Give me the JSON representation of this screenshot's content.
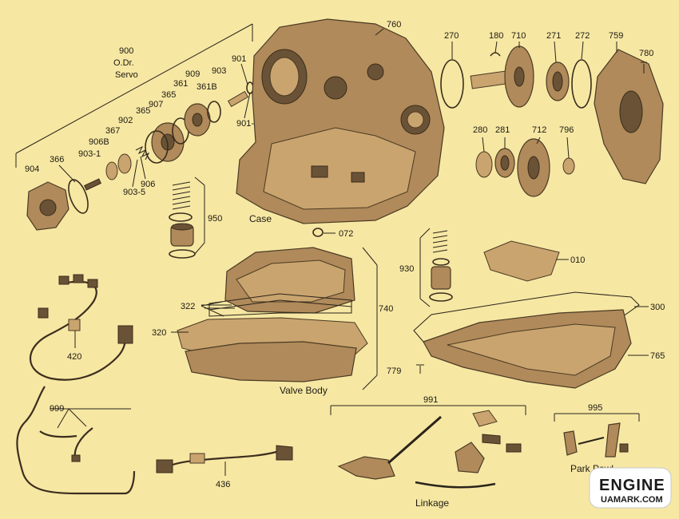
{
  "labels": {
    "p900": "900",
    "p900a": "O.Dr.",
    "p900b": "Servo",
    "p901": "901",
    "p901_5": "901-5",
    "p903": "903",
    "p361b": "361B",
    "p909": "909",
    "p361": "361",
    "p365a": "365",
    "p907": "907",
    "p365b": "365",
    "p902": "902",
    "p367": "367",
    "p906b": "906B",
    "p903_1": "903-1",
    "p366": "366",
    "p904": "904",
    "p906": "906",
    "p903_5": "903-5",
    "p950": "950",
    "p760": "760",
    "case": "Case",
    "p072": "072",
    "p270": "270",
    "p180": "180",
    "p710": "710",
    "p271": "271",
    "p272": "272",
    "p759": "759",
    "p780": "780",
    "p280": "280",
    "p281": "281",
    "p712": "712",
    "p796": "796",
    "p930": "930",
    "p010": "010",
    "p300": "300",
    "p740": "740",
    "p765": "765",
    "p322": "322",
    "p320": "320",
    "valve_body": "Valve Body",
    "p779": "779",
    "p420": "420",
    "p999": "999",
    "p436": "436",
    "p991": "991",
    "linkage": "Linkage",
    "p995": "995",
    "park_pawl": "Park Pawl"
  },
  "logo": {
    "main": "ENGINE",
    "sub": "UAMARK.COM"
  }
}
